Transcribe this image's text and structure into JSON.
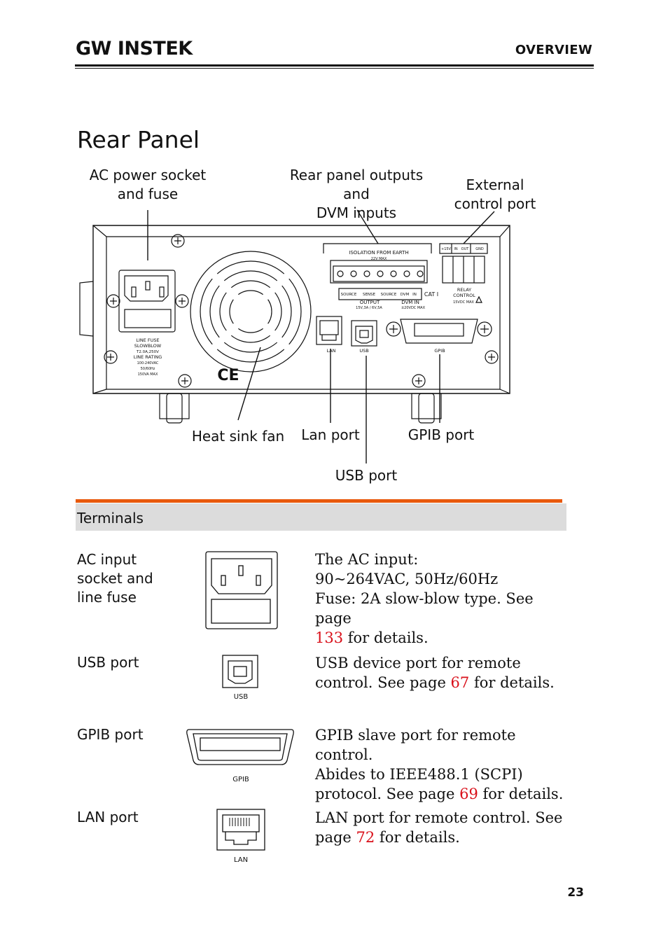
{
  "header": {
    "logo": "GW INSTEK",
    "section": "OVERVIEW"
  },
  "title": "Rear Panel",
  "callouts": {
    "ac_power": [
      "AC power socket",
      "and fuse"
    ],
    "rear_outputs": [
      "Rear panel outputs and",
      "DVM inputs"
    ],
    "external_control": [
      "External",
      "control port"
    ],
    "heat_sink": "Heat sink fan",
    "lan": "Lan port",
    "gpib": "GPIB port",
    "usb": "USB port"
  },
  "panel_text": {
    "isolation": "ISOLATION FROM EARTH",
    "max22": "22V MAX",
    "source": "SOURCE",
    "sense": "SENSE",
    "source2": "SOURCE",
    "dvm": "DVM",
    "in": "IN",
    "output": "OUTPUT",
    "output_rating": "15V,3A / 6V,5A",
    "dvm_in": "DVM IN",
    "dvm_max": "±20VDC MAX",
    "cat": "CAT I",
    "relay1": "RELAY",
    "relay2": "CONTROL",
    "relay_max": "15VDC MAX",
    "ext_15v": "+15V",
    "ext_in": "IN",
    "ext_out": "OUT",
    "ext_gnd": "GND",
    "lan": "LAN",
    "usb": "USB",
    "gpib": "GPIB",
    "line_fuse": "LINE FUSE",
    "slowblow": "SLOWBLOW",
    "fuse_rating": "T2.0A,250V",
    "line_rating": "LINE RATING",
    "voltage": "100-240VAC",
    "freq": "50/60Hz",
    "power": "150VA MAX",
    "ce": "CE"
  },
  "terminals": {
    "heading": "Terminals",
    "rows": [
      {
        "label": [
          "AC input",
          "socket and",
          "line fuse"
        ],
        "desc": [
          "The AC input:",
          "90~264VAC, 50Hz/60Hz",
          "Fuse: 2A slow-blow type. See page"
        ],
        "ref": "133",
        "tail": " for details."
      },
      {
        "label": [
          "USB port"
        ],
        "desc": [
          "USB device port for remote",
          "control. See page "
        ],
        "ref": "67",
        "tail": " for details.",
        "icon_label": "USB"
      },
      {
        "label": [
          "GPIB port"
        ],
        "desc": [
          "GPIB slave port for remote control.",
          "Abides to IEEE488.1 (SCPI)",
          "protocol. See page "
        ],
        "ref": "69",
        "tail": " for details.",
        "icon_label": "GPIB"
      },
      {
        "label": [
          "LAN port"
        ],
        "desc": [
          "LAN port for remote control. See",
          "page "
        ],
        "ref": "72",
        "tail": " for details.",
        "icon_label": "LAN"
      }
    ]
  },
  "page_number": "23"
}
